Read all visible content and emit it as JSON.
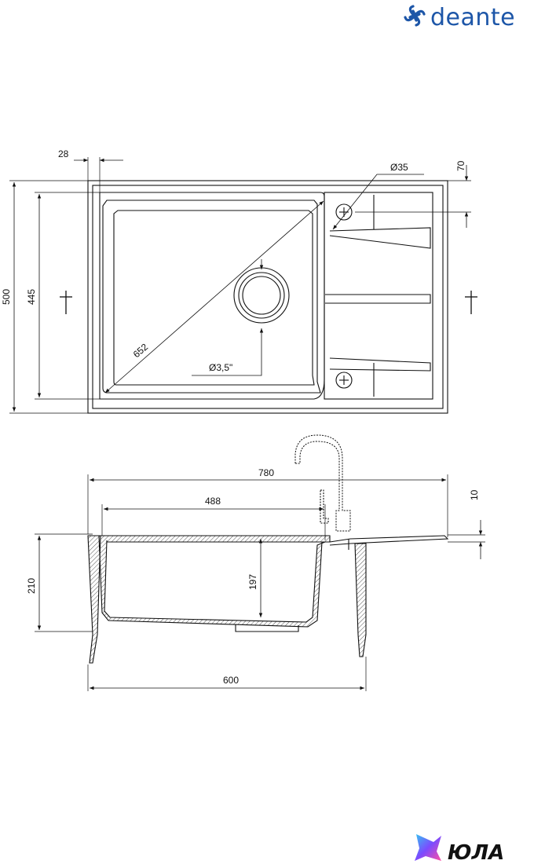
{
  "brand": {
    "name": "deante"
  },
  "watermark": {
    "name": "ЮЛА"
  },
  "top_view": {
    "dims": {
      "width_28": "28",
      "hole_diameter": "Ø35",
      "hole_offset_70": "70",
      "overall_height_500": "500",
      "bowl_height_445": "445",
      "diagonal_652": "652",
      "drain_size": "Ø3,5\""
    }
  },
  "side_view": {
    "dims": {
      "overall_width_780": "780",
      "bowl_width_488": "488",
      "thickness_10": "10",
      "overall_depth_210": "210",
      "bowl_depth_197": "197",
      "cabinet_width_600": "600"
    }
  },
  "colors": {
    "brand": "#1d56a8",
    "line": "#111111",
    "hatch": "#555555"
  }
}
